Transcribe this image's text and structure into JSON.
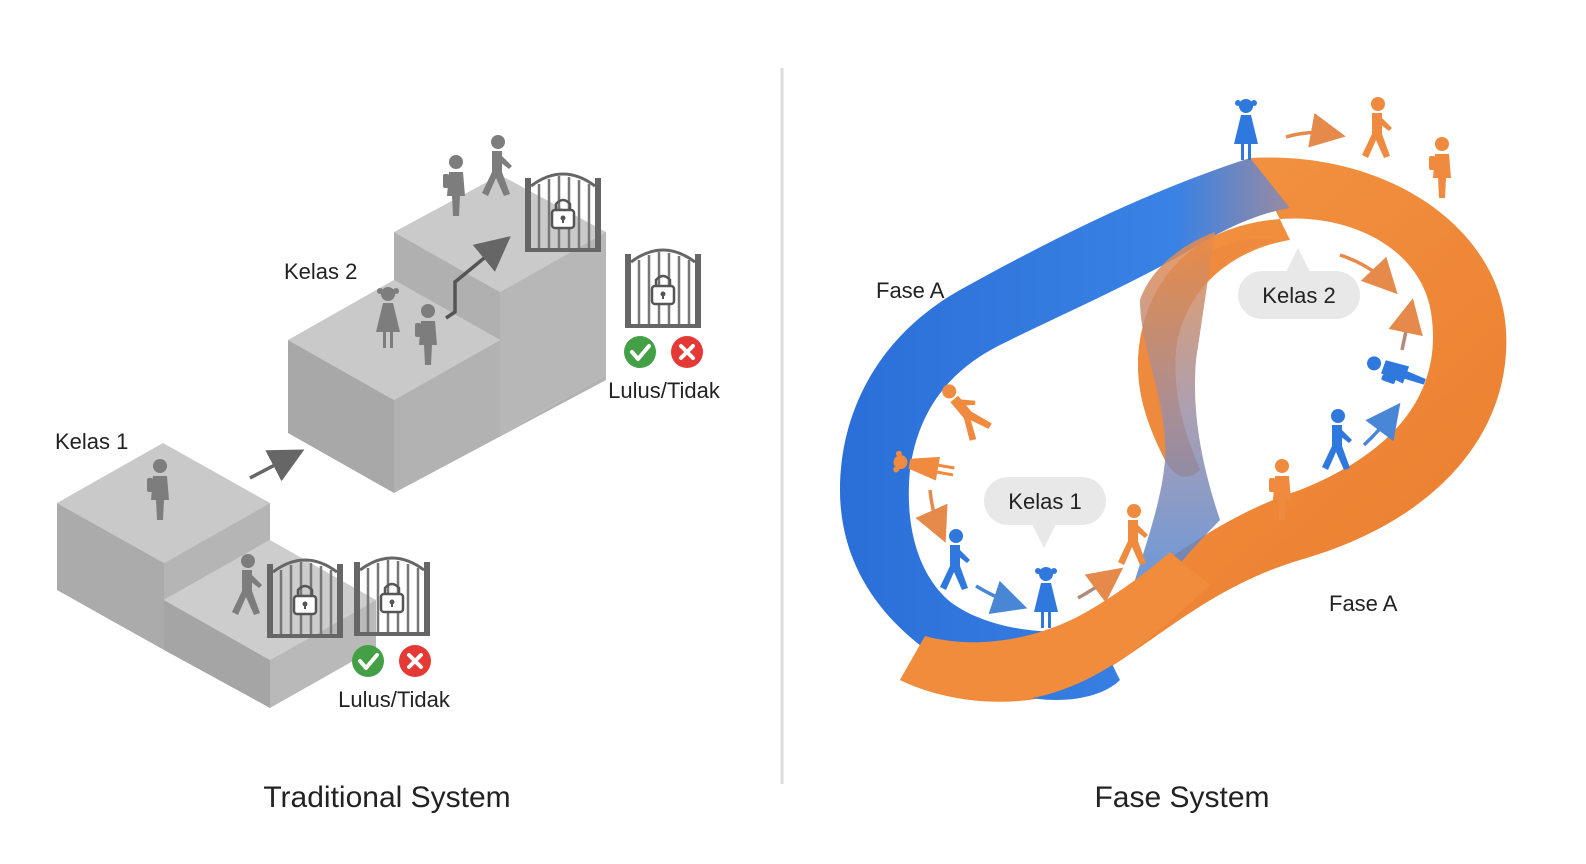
{
  "traditional": {
    "caption": "Traditional System",
    "step1_label": "Kelas 1",
    "step2_label": "Kelas 2",
    "gate1_result": "Lulus/Tidak",
    "gate2_result": "Lulus/Tidak"
  },
  "fase": {
    "caption": "Fase System",
    "phase_label_top": "Fase A",
    "phase_label_bottom": "Fase A",
    "bubble1": "Kelas 1",
    "bubble2": "Kelas 2"
  },
  "colors": {
    "block_top": "#c9c9c9",
    "block_front": "#a8a8a8",
    "block_side": "#b7b7b7",
    "figure_gray": "#7d7d7d",
    "blue": "#2f78dd",
    "orange": "#f0883a",
    "check_green": "#43a047",
    "cross_red": "#e53935"
  },
  "icons": [
    "padlock-gate-icon",
    "check-icon",
    "cross-icon",
    "student-icon",
    "arrow-icon"
  ]
}
